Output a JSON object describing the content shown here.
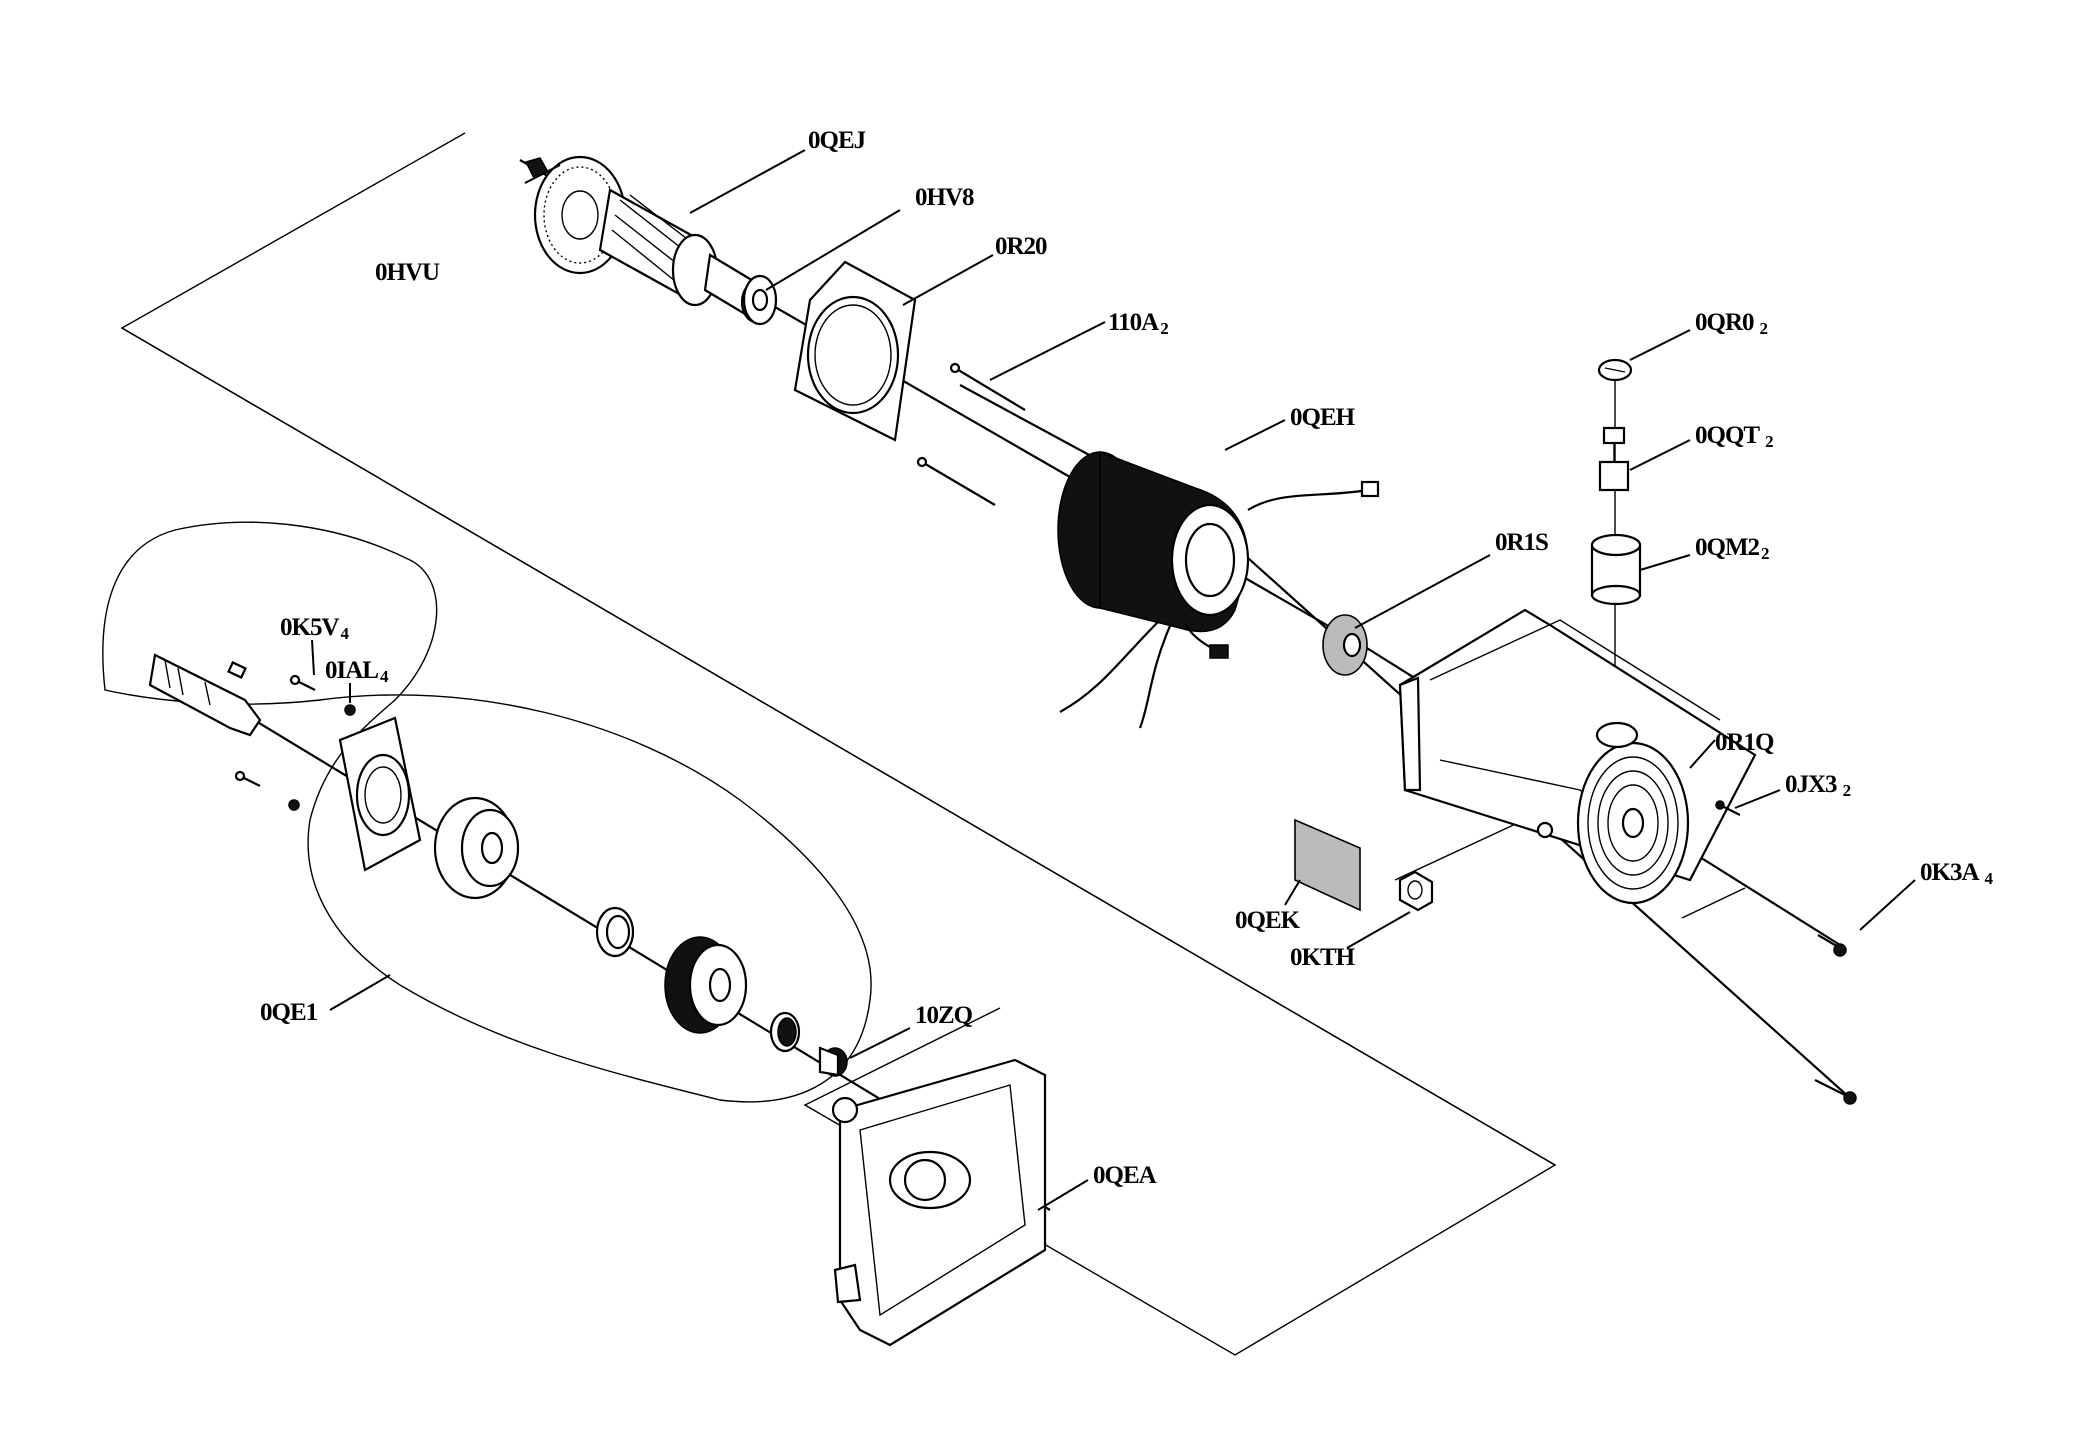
{
  "parts": [
    {
      "id": "0HVU",
      "sub": "",
      "text": "0HVU"
    },
    {
      "id": "0QEJ",
      "sub": "",
      "text": "0QEJ"
    },
    {
      "id": "0HV8",
      "sub": "",
      "text": "0HV8"
    },
    {
      "id": "0R20",
      "sub": "",
      "text": "0R20"
    },
    {
      "id": "110A",
      "sub": "2",
      "text": "110A"
    },
    {
      "id": "0QR0",
      "sub": "2",
      "text": "0QR0"
    },
    {
      "id": "0QQT",
      "sub": "2",
      "text": "0QQT"
    },
    {
      "id": "0QEH",
      "sub": "",
      "text": "0QEH"
    },
    {
      "id": "0QM2",
      "sub": "2",
      "text": "0QM2"
    },
    {
      "id": "0R1S",
      "sub": "",
      "text": "0R1S"
    },
    {
      "id": "0R1Q",
      "sub": "",
      "text": "0R1Q"
    },
    {
      "id": "0JX3",
      "sub": "2",
      "text": "0JX3"
    },
    {
      "id": "0K3A",
      "sub": "4",
      "text": "0K3A"
    },
    {
      "id": "0QEK",
      "sub": "",
      "text": "0QEK"
    },
    {
      "id": "0KTH",
      "sub": "",
      "text": "0KTH"
    },
    {
      "id": "0K5V",
      "sub": "4",
      "text": "0K5V"
    },
    {
      "id": "0IAL",
      "sub": "4",
      "text": "0IAL"
    },
    {
      "id": "0QE1",
      "sub": "",
      "text": "0QE1"
    },
    {
      "id": "10ZQ",
      "sub": "",
      "text": "10ZQ"
    },
    {
      "id": "0QEA",
      "sub": "",
      "text": "0QEA"
    }
  ]
}
